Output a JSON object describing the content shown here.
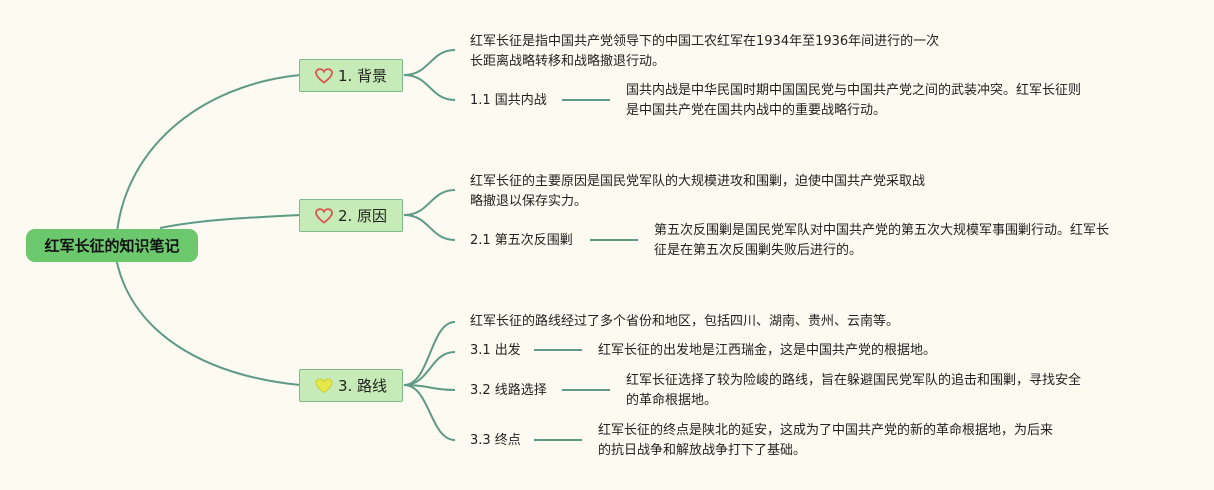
{
  "root": {
    "label": "红军长征的知识笔记"
  },
  "branches": [
    {
      "label": "1. 背景",
      "icon": "heart-outline-icon",
      "icon_color": "#d9534f",
      "note": [
        "红军长征是指中国共产党领导下的中国工农红军在1934年至1936年间进行的一次",
        "长距离战略转移和战略撤退行动。"
      ],
      "subs": [
        {
          "label": "1.1 国共内战",
          "detail": [
            "国共内战是中华民国时期中国国民党与中国共产党之间的武装冲突。红军长征则",
            "是中国共产党在国共内战中的重要战略行动。"
          ]
        }
      ]
    },
    {
      "label": "2. 原因",
      "icon": "heart-outline-icon",
      "icon_color": "#d9534f",
      "note": [
        "红军长征的主要原因是国民党军队的大规模进攻和围剿，迫使中国共产党采取战",
        "略撤退以保存实力。"
      ],
      "subs": [
        {
          "label": "2.1 第五次反围剿",
          "detail": [
            "第五次反围剿是国民党军队对中国共产党的第五次大规模军事围剿行动。红军长",
            "征是在第五次反围剿失败后进行的。"
          ]
        }
      ]
    },
    {
      "label": "3. 路线",
      "icon": "heart-filled-icon",
      "icon_color": "#e6e84a",
      "note": [
        "红军长征的路线经过了多个省份和地区，包括四川、湖南、贵州、云南等。"
      ],
      "subs": [
        {
          "label": "3.1 出发",
          "detail": [
            "红军长征的出发地是江西瑞金，这是中国共产党的根据地。"
          ]
        },
        {
          "label": "3.2 线路选择",
          "detail": [
            "红军长征选择了较为险峻的路线，旨在躲避国民党军队的追击和围剿，寻找安全",
            "的革命根据地。"
          ]
        },
        {
          "label": "3.3 终点",
          "detail": [
            "红军长征的终点是陕北的延安，这成为了中国共产党的新的革命根据地，为后来",
            "的抗日战争和解放战争打下了基础。"
          ]
        }
      ]
    }
  ],
  "colors": {
    "connector": "#5f9a86",
    "root_bg": "#6cc86c",
    "branch_bg": "#c7ebb6",
    "background": "#fdfaf1"
  }
}
